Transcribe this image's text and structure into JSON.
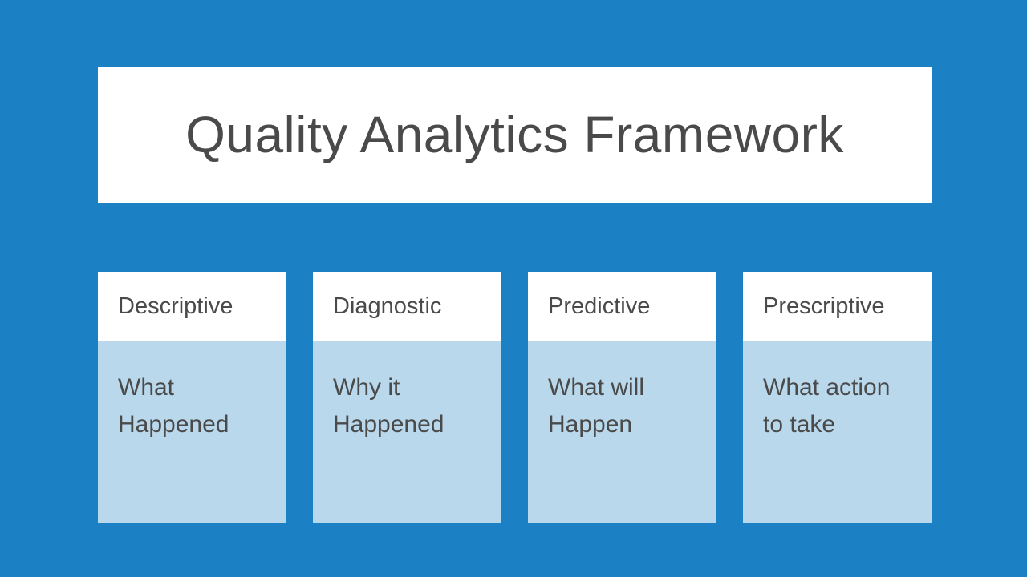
{
  "slide": {
    "title": "Quality Analytics Framework",
    "colors": {
      "background": "#1b80c4",
      "surface": "#ffffff",
      "card-body": "#bad8ec",
      "text": "#4a4a4a"
    }
  },
  "cards": [
    {
      "heading": "Descriptive",
      "body": "What Happened"
    },
    {
      "heading": "Diagnostic",
      "body": "Why it Happened"
    },
    {
      "heading": "Predictive",
      "body": "What will Happen"
    },
    {
      "heading": "Prescriptive",
      "body": "What action to take"
    }
  ]
}
